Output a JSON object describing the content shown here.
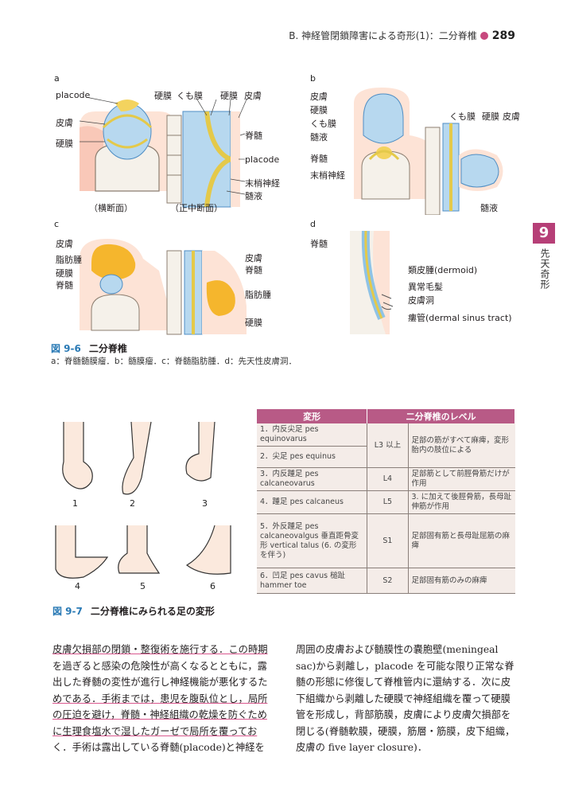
{
  "header": {
    "running_title": "B. 神経管閉鎖障害による奇形(1)：二分脊椎",
    "page_number": "289"
  },
  "side_tab": {
    "number": "9",
    "label": "先天奇形"
  },
  "figure_6": {
    "panels": {
      "a": "a",
      "b": "b",
      "c": "c",
      "d": "d"
    },
    "a_labels": {
      "placode": "placode",
      "skin": "皮膚",
      "dura": "硬膜",
      "top_dura": "硬膜",
      "arachnoid": "くも膜",
      "top_dura2": "硬膜",
      "top_skin": "皮膚",
      "cord": "脊髄",
      "placode2": "placode",
      "nerve": "末梢神経",
      "csf": "髄液",
      "view1": "（横断面）",
      "view2": "（正中断面）"
    },
    "b_labels": {
      "skin": "皮膚",
      "dura": "硬膜",
      "arachnoid": "くも膜",
      "csf": "髄液",
      "cord": "脊髄",
      "nerve": "末梢神経",
      "arachnoid2": "くも膜",
      "dura2": "硬膜",
      "skin2": "皮膚",
      "csf2": "髄液"
    },
    "c_labels": {
      "skin": "皮膚",
      "lipoma": "脂肪腫",
      "dura": "硬膜",
      "cord": "脊髄",
      "skin2": "皮膚",
      "cord2": "脊髄",
      "lipoma2": "脂肪腫",
      "dura2": "硬膜"
    },
    "d_labels": {
      "cord": "脊髄",
      "dermoid": "類皮腫(dermoid)",
      "hair": "異常毛髪",
      "dimple": "皮膚洞",
      "tract": "瘻管(dermal sinus tract)"
    },
    "caption_num": "図 9-6",
    "caption_title": "二分脊椎",
    "caption_sub": "a：脊髄髄膜瘤．b：髄膜瘤．c：脊髄脂肪腫．d：先天性皮膚洞．"
  },
  "figure_7": {
    "numbers": [
      "1",
      "2",
      "3",
      "4",
      "5",
      "6"
    ],
    "caption_num": "図 9-7",
    "caption_title": "二分脊椎にみられる足の変形"
  },
  "table": {
    "headers": [
      "変形",
      "二分脊椎のレベル"
    ],
    "rows": [
      {
        "deformity": "1．内反尖足 pes equinovarus",
        "level": "",
        "desc": ""
      },
      {
        "deformity": "2．尖足 pes equinus",
        "level": "L3 以上",
        "desc": "足部の筋がすべて麻痺，変形胎内の肢位による"
      },
      {
        "deformity": "3．内反踵足 pes calcaneovarus",
        "level": "L4",
        "desc": "足部筋として前脛骨筋だけが作用"
      },
      {
        "deformity": "4．踵足 pes calcaneus",
        "level": "L5",
        "desc": "3. に加えて後脛骨筋，長母趾伸筋が作用"
      },
      {
        "deformity": "5．外反踵足 pes calcaneovalgus 垂直距骨変形 vertical talus (6. の変形を伴う)",
        "level": "S1",
        "desc": "足部固有筋と長母趾屈筋の麻痺"
      },
      {
        "deformity": "6．凹足 pes cavus 槌趾 hammer toe",
        "level": "S2",
        "desc": "足部固有筋のみの麻痺"
      }
    ]
  },
  "body_left": [
    "皮膚欠損部の閉鎖・整復術を施行する．この時期",
    "を過ぎると感染の危険性が高くなるとともに，露",
    "出した脊髄の変性が進行し神経機能が悪化するた",
    "めである．手術までは，患児を腹臥位とし，局所",
    "の圧迫を避け，脊髄・神経組織の乾燥を防ぐため",
    "に生理食塩水で湿したガーゼで局所を覆っておく．手術は露出している脊髄(placode)と神経を"
  ],
  "body_left_lines": [
    "皮膚欠損部の閉鎖・整復術を施行する．この時期",
    "を過ぎると感染の危険性が高くなるとともに，露",
    "出した脊髄の変性が進行し神経機能が悪化するた",
    "めである．手術までは，患児を腹臥位とし，局所",
    "の圧迫を避け，脊髄・神経組織の乾燥を防ぐため",
    "に生理食塩水で湿したガーゼで局所を覆ってお",
    "く．手術は露出している脊髄(placode)と神経を"
  ],
  "body_right_lines": [
    "周囲の皮膚および髄膜性の嚢胞壁(meningeal",
    "sac)から剥離し，placode を可能な限り正常な脊",
    "髄の形態に修復して脊椎管内に還納する．次に皮",
    "下組織から剥離した硬膜で神経組織を覆って硬膜",
    "管を形成し，背部筋膜，皮膚により皮膚欠損部を",
    "閉じる(脊髄軟膜，硬膜，筋層・筋膜，皮下組織，",
    "皮膚の five layer closure)．"
  ]
}
